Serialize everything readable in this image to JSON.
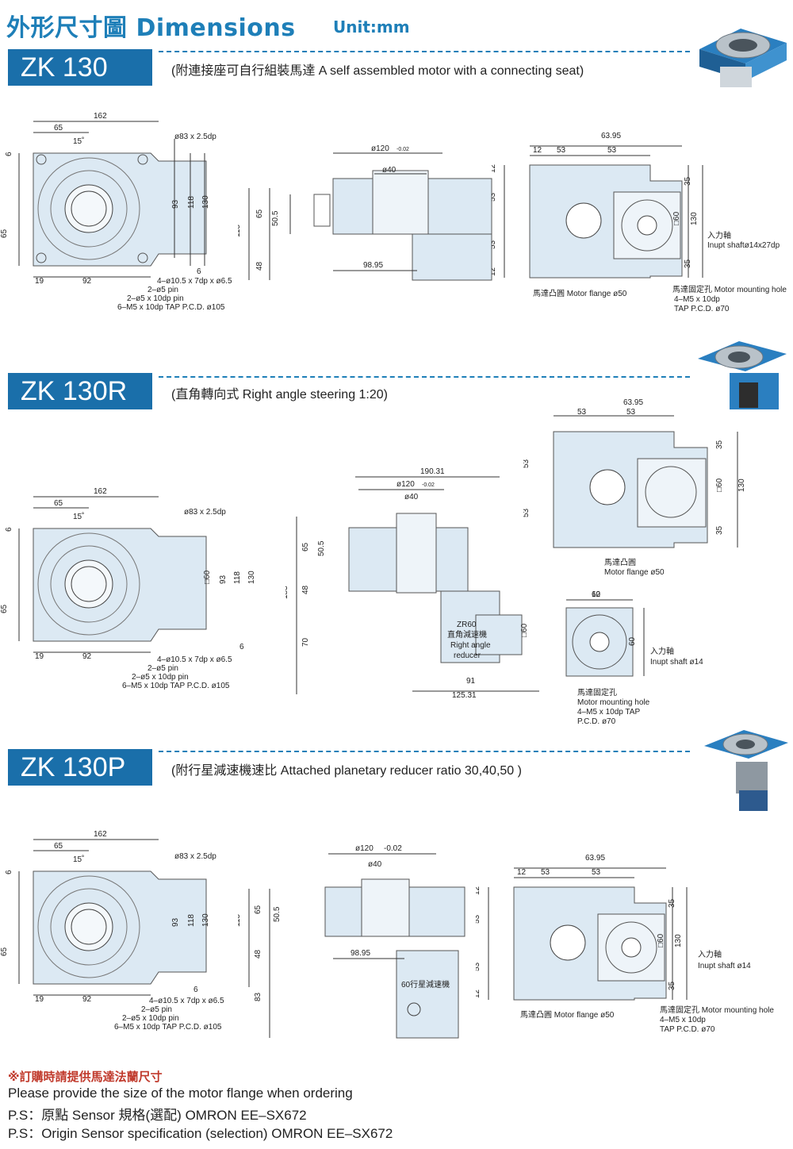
{
  "header": {
    "title": "外形尺寸圖 Dimensions",
    "unit": "Unit:mm"
  },
  "colors": {
    "brand_blue": "#1a6faa",
    "part_fill": "#dce9f3",
    "note_red": "#c0392b"
  },
  "sections": [
    {
      "model": "ZK 130",
      "description": "(附連接座可自行組裝馬達  A self assembled motor with a connecting seat)",
      "front": {
        "w_total": "162",
        "w_left": "65",
        "angle": "15˚",
        "bore": "ø83 x 2.5dp",
        "h_top": "6",
        "h_low": "65",
        "h_93": "93",
        "h_118": "118",
        "h_130": "130",
        "b_19": "19",
        "b_92": "92",
        "b_6": "6",
        "notes": [
          "4–ø10.5 x 7dp x ø6.5",
          "2–ø5 pin",
          "2–ø5 x 10dp pin",
          "6–M5 x 10dp TAP P.C.D. ø105"
        ]
      },
      "side": {
        "d120": "ø120",
        "tol": "-0.02",
        "d40": "ø40",
        "h113": "113",
        "h65": "65",
        "h505": "50.5",
        "h48": "48",
        "w9895": "98.95"
      },
      "top": {
        "w6395": "63.95",
        "w12": "12",
        "w53a": "53",
        "w53b": "53",
        "v12a": "12",
        "v53a": "53",
        "v53b": "53",
        "v12b": "12",
        "r35a": "35",
        "r60": "□60",
        "r130": "130",
        "r35b": "35",
        "input": [
          "入力軸",
          "Inupt shaftø14x27dp"
        ],
        "flange": "馬達凸圓 Motor flange ø50",
        "mount": [
          "馬達固定孔 Motor mounting hole",
          "4–M5 x 10dp",
          "TAP P.C.D. ø70"
        ]
      }
    },
    {
      "model": "ZK 130R",
      "description": "(直角轉向式 Right angle steering 1:20)",
      "front": {
        "w_total": "162",
        "w_left": "65",
        "angle": "15˚",
        "bore": "ø83 x 2.5dp",
        "h_top": "6",
        "h_low": "65",
        "sq60": "□60",
        "h_93": "93",
        "h_118": "118",
        "h_130": "130",
        "b_19": "19",
        "b_92": "92",
        "b_6": "6",
        "notes": [
          "4–ø10.5 x 7dp x ø6.5",
          "2–ø5 pin",
          "2–ø5 x 10dp pin",
          "6–M5 x 10dp TAP P.C.D. ø105"
        ]
      },
      "side": {
        "w19031": "190.31",
        "d120": "ø120",
        "tol": "-0.02",
        "d40": "ø40",
        "h183": "183",
        "h65": "65",
        "h505": "50.5",
        "h48": "48",
        "h70": "70",
        "sq60": "□60",
        "w91": "91",
        "w12531": "125.31",
        "reducer": [
          "ZR60",
          "直角減速機",
          "Right angle",
          "reducer"
        ]
      },
      "top": {
        "w6395": "63.95",
        "w53a": "53",
        "w53b": "53",
        "v53a": "53",
        "v53b": "53",
        "r35a": "35",
        "r60": "□60",
        "r130": "130",
        "r35b": "35",
        "flange": [
          "馬達凸圓",
          "Motor flange ø50"
        ]
      },
      "flange_view": {
        "w60": "60",
        "h60": "60",
        "input": [
          "入力軸",
          "Inupt shaft ø14"
        ],
        "mount": [
          "馬達固定孔",
          "Motor mounting hole",
          "4–M5 x 10dp TAP",
          "P.C.D. ø70"
        ]
      }
    },
    {
      "model": "ZK 130P",
      "description": "(附行星減速機速比 Attached planetary reducer ratio  30,40,50 )",
      "front": {
        "w_total": "162",
        "w_left": "65",
        "angle": "15˚",
        "bore": "ø83 x 2.5dp",
        "h_top": "6",
        "h_low": "65",
        "h_93": "93",
        "h_118": "118",
        "h_130": "130",
        "b_19": "19",
        "b_92": "92",
        "b_6": "6",
        "notes": [
          "4–ø10.5 x 7dp x ø6.5",
          "2–ø5 pin",
          "2–ø5 x 10dp pin",
          "6–M5 x 10dp TAP P.C.D. ø105"
        ]
      },
      "side": {
        "d120": "ø120",
        "tol": "-0.02",
        "d40": "ø40",
        "h113": "113",
        "h65": "65",
        "h505": "50.5",
        "h48": "48",
        "h83": "83",
        "w9895": "98.95",
        "reducer": "60行星減速機"
      },
      "top": {
        "w6395": "63.95",
        "w12": "12",
        "w53a": "53",
        "w53b": "53",
        "v12a": "12",
        "v53a": "53",
        "v53b": "53",
        "v12b": "12",
        "r35a": "35",
        "r60": "□60",
        "r130": "130",
        "r35b": "35",
        "input": [
          "入力軸",
          "Inupt shaft ø14"
        ],
        "flange": "馬達凸圓 Motor flange ø50",
        "mount": [
          "馬達固定孔 Motor mounting hole",
          "4–M5 x 10dp",
          "TAP P.C.D. ø70"
        ]
      }
    }
  ],
  "footer": {
    "order_note_cn": "※訂購時請提供馬達法蘭尺寸",
    "order_note_en": "Please provide the size of the motor flange when ordering",
    "ps_cn": "P.S：原點 Sensor 規格(選配) OMRON EE–SX672",
    "ps_en": "P.S：Origin Sensor specification (selection) OMRON EE–SX672"
  }
}
